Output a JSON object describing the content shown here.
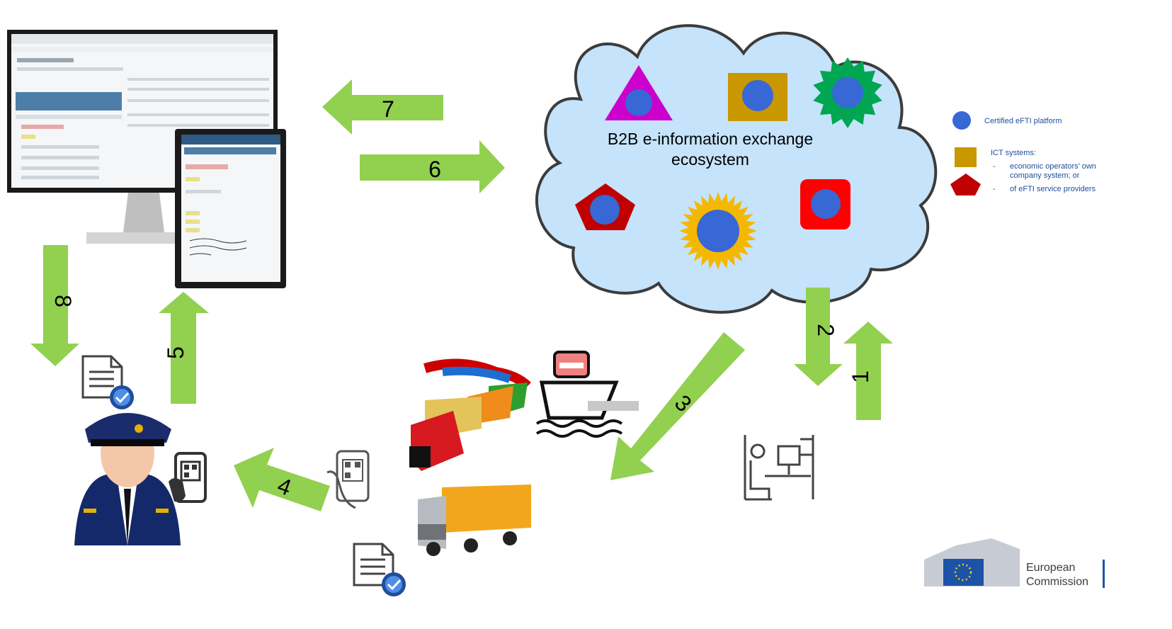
{
  "cloud": {
    "title_line1": "B2B  e-information exchange",
    "title_line2": "ecosystem"
  },
  "legend": {
    "certified_platform": "Certified eFTI platform",
    "ict_systems": "ICT systems:",
    "dash1": "-",
    "item1_line1": "economic operators’ own",
    "item1_line2": "company system; or",
    "dash2": "-",
    "item2": "of eFTI service providers"
  },
  "arrows": {
    "a1": "1",
    "a2": "2",
    "a3": "3",
    "a4": "4",
    "a5": "5",
    "a6": "6",
    "a7": "7",
    "a8": "8"
  },
  "ec_logo": {
    "line1": "European",
    "line2": "Commission"
  },
  "colors": {
    "arrow_fill": "#92d050",
    "cloud_fill": "#c5e3fb",
    "platform_blue": "#3867d6",
    "legend_text": "#1f4e9c",
    "triangle": "#cc00cc",
    "square": "#c99700",
    "star_green": "#00a651",
    "pentagon": "#c00000",
    "sun": "#f5b800",
    "rounded_red": "#ff0000"
  },
  "icons": [
    "desktop-monitor-icon",
    "tablet-icon",
    "officer-icon",
    "qr-phone-icon",
    "document-check-icon",
    "train-icon",
    "ship-icon",
    "truck-icon",
    "desk-worker-icon",
    "eu-flag-icon"
  ]
}
